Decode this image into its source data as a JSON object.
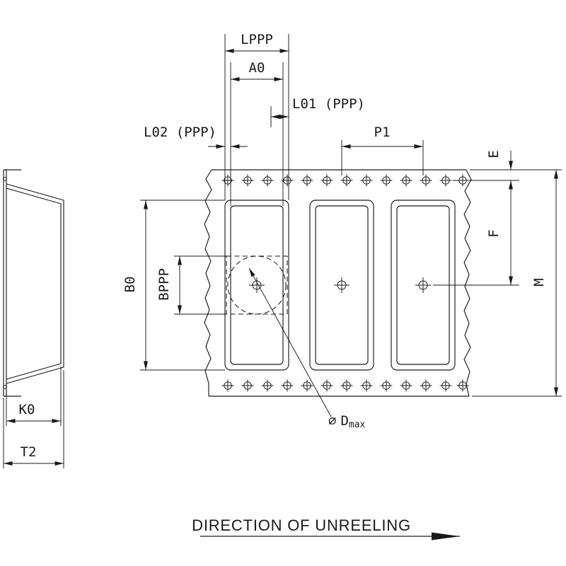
{
  "drawing": {
    "colors": {
      "ink": "#1a1a1a",
      "paper": "#ffffff"
    },
    "dimensions": {
      "lppp": "LPPP",
      "a0": "A0",
      "l01": "L01 (PPP)",
      "l02": "L02 (PPP)",
      "p1": "P1",
      "e": "E",
      "f": "F",
      "m": "M",
      "b0": "B0",
      "bppp": "BPPP",
      "k0": "K0",
      "t2": "T2",
      "dmax_symbol": "⌀",
      "dmax_name": "D",
      "dmax_subscript": "max"
    },
    "footer": {
      "direction_label": "DIRECTION OF UNREELING"
    }
  }
}
